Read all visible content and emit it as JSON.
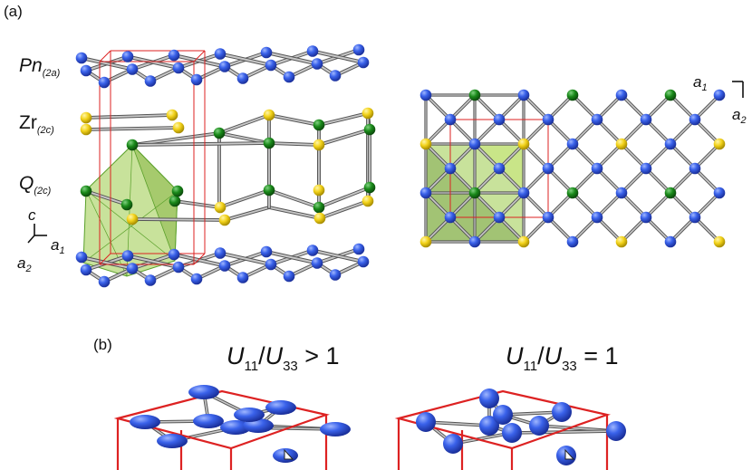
{
  "panel_labels": {
    "a": "(a)",
    "b": "(b)"
  },
  "species": [
    {
      "symbol": "Pn",
      "italic": true,
      "site": "(2a)"
    },
    {
      "symbol": "Zr",
      "italic": false,
      "site": "(2c)"
    },
    {
      "symbol": "Q",
      "italic": true,
      "site": "(2c)"
    }
  ],
  "side_axes": {
    "c": "c",
    "a1": "a",
    "a1_sub": "1",
    "a2": "a",
    "a2_sub": "2"
  },
  "top_axes": {
    "a1": "a",
    "a1_sub": "1",
    "a2": "a",
    "a2_sub": "2"
  },
  "ratio_labels": [
    {
      "num": "U",
      "num_sub": "11",
      "slash": "/",
      "den": "U",
      "den_sub": "33",
      "rel": " > 1"
    },
    {
      "num": "U",
      "num_sub": "11",
      "slash": "/",
      "den": "U",
      "den_sub": "33",
      "rel": " = 1"
    }
  ],
  "colors": {
    "pn_atom": "#2d55e0",
    "zr_atom": "#f2d21a",
    "q_atom": "#1a8a1a",
    "bond": "#8a8a8a",
    "unit_cell": "#dd2222",
    "polyhedron_fill": "#9acb48",
    "polyhedron_edge": "#5aa02a"
  }
}
